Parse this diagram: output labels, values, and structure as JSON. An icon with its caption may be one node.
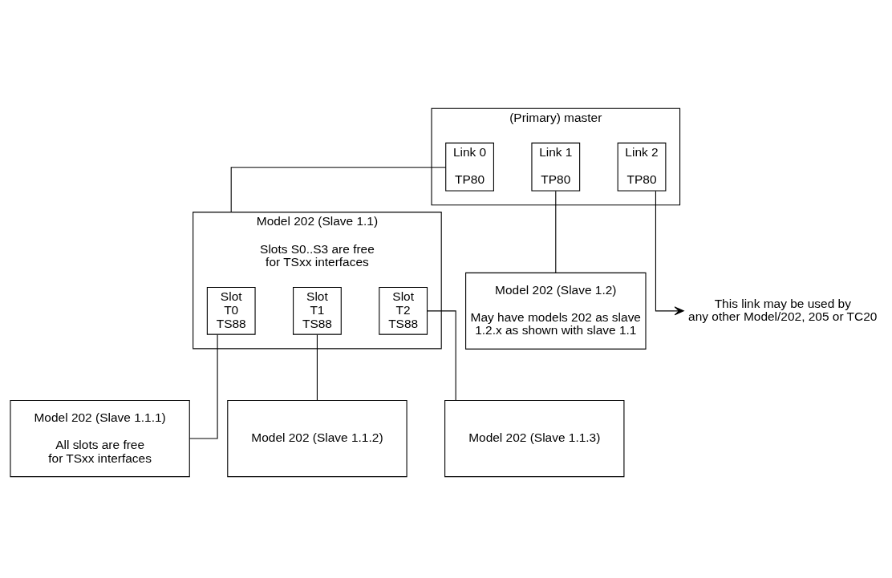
{
  "diagram": {
    "nodes": [
      {
        "text": [
          "(Primary) master"
        ]
      },
      {
        "text": [
          "Link 0",
          "TP80"
        ],
        "in": 0
      },
      {
        "text": [
          "Link 1",
          "TP80"
        ],
        "in": 0
      },
      {
        "text": [
          "Link 2",
          "TP80"
        ],
        "in": 0
      },
      {
        "text": [
          "Model 202 (Slave 1.1)",
          "Slots S0..S3 are free for TSxx interfaces"
        ]
      },
      {
        "text": [
          "Slot T0 TS88"
        ],
        "in": 4
      },
      {
        "text": [
          "Slot T1 TS88"
        ],
        "in": 4
      },
      {
        "text": [
          "Slot T2 TS88"
        ],
        "in": 4
      },
      {
        "text": [
          "Model 202 (Slave 1.2)",
          "May have models 202 as slave 1.2.x as shown with slave 1.1"
        ]
      },
      {
        "text": [
          "This link may be used by any other Model/202, 205 or TC20"
        ]
      },
      {
        "text": [
          "Model 202 (Slave 1.1.1)",
          "All slots are free for TSxx interfaces"
        ]
      },
      {
        "text": [
          "Model 202 (Slave 1.1.2)"
        ]
      },
      {
        "text": [
          "Model 202 (Slave 1.1.3)"
        ]
      }
    ],
    "edges": [
      {
        "from": 1,
        "to": 4,
        "arrow": "none"
      },
      {
        "from": 2,
        "to": 8,
        "arrow": "none"
      },
      {
        "from": 3,
        "to": 9,
        "arrow": "to"
      },
      {
        "from": 5,
        "to": 10,
        "arrow": "none"
      },
      {
        "from": 6,
        "to": 11,
        "arrow": "none"
      },
      {
        "from": 7,
        "to": 12,
        "arrow": "none"
      }
    ]
  }
}
